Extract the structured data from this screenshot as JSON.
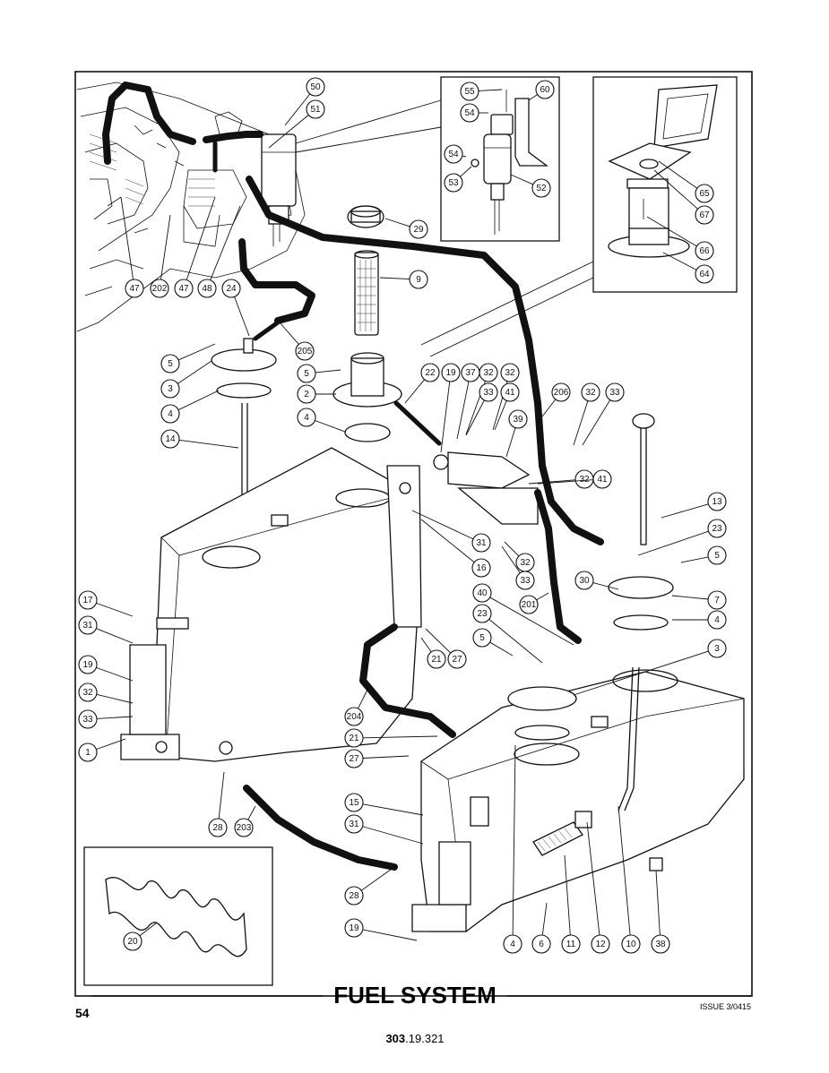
{
  "title": "FUEL SYSTEM",
  "page_number": "54",
  "issue": "ISSUE 3/0415",
  "doc_number": {
    "bold": "303",
    "rest": ".19.321"
  },
  "callouts": [
    "50",
    "51",
    "55",
    "60",
    "54",
    "54",
    "53",
    "52",
    "29",
    "9",
    "65",
    "67",
    "66",
    "64",
    "47",
    "202",
    "47",
    "48",
    "24",
    "205",
    "5",
    "3",
    "4",
    "14",
    "5",
    "2",
    "4",
    "22",
    "19",
    "37",
    "32",
    "32",
    "33",
    "41",
    "206",
    "32",
    "33",
    "39",
    "32",
    "41",
    "31",
    "16",
    "13",
    "23",
    "5",
    "32",
    "33",
    "30",
    "7",
    "201",
    "4",
    "40",
    "23",
    "5",
    "3",
    "21",
    "27",
    "17",
    "31",
    "19",
    "32",
    "33",
    "1",
    "204",
    "21",
    "27",
    "28",
    "203",
    "15",
    "31",
    "28",
    "19",
    "20",
    "4",
    "6",
    "11",
    "12",
    "10",
    "38"
  ]
}
